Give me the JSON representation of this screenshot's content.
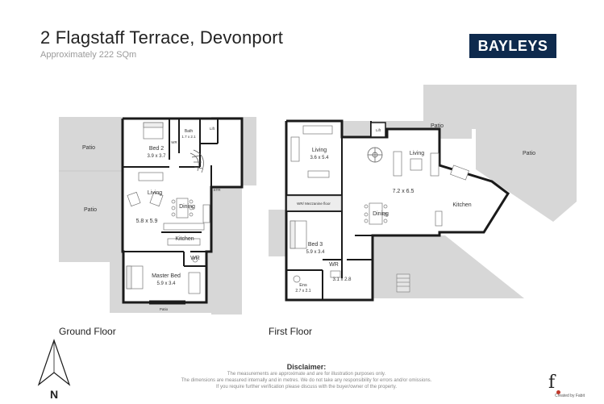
{
  "header": {
    "title": "2 Flagstaff Terrace, Devonport",
    "subtitle": "Approximately 222 SQm"
  },
  "brand": {
    "logo_text": "BAYLEYS",
    "color": "#0e2a4d"
  },
  "colors": {
    "patio": "#d7d7d7",
    "floor": "#ffffff",
    "wall": "#1a1a1a"
  },
  "floors": {
    "ground_label": "Ground Floor",
    "first_label": "First Floor"
  },
  "ground_rooms": {
    "patio_1": "Patio",
    "patio_2": "Patio",
    "patio_bottom": "Patio",
    "bed2": "Bed 2",
    "bed2_size": "3.9 x 3.7",
    "wr_small": "WR",
    "bath": "Bath",
    "bath_size": "1.7 x 2.1",
    "lift": "Lift",
    "living": "Living",
    "dining": "Dining",
    "living_size": "5.8 x 5.9",
    "str": "STR",
    "kitchen": "Kitchen",
    "wr": "WR",
    "master_bed": "Master Bed",
    "master_size": "5.9 x 3.4"
  },
  "first_rooms": {
    "living": "Living",
    "living_size": "3.6 x 5.4",
    "wr_mezz": "WR/ Mezzanine floor",
    "bed3": "Bed 3",
    "bed3_size": "5.9 x 3.4",
    "wr": "WR",
    "ens": "Ens",
    "ens_size": "2.7 x 2.1",
    "hall_size": "3.1 x 2.8",
    "lift": "Lift",
    "patio_top": "Patio",
    "patio_right": "Patio",
    "living2": "Living",
    "main_size": "7.2 x 6.5",
    "dining": "Dining",
    "kitchen": "Kitchen"
  },
  "compass": {
    "letter": "N"
  },
  "disclaimer": {
    "heading": "Disclaimer:",
    "line1": "The measurements are approximate and are for illustration purposes only.",
    "line2": "The dimensions are measured internally and in metres. We do not take any responsibility for errors and/or omissions.",
    "line3": "If you require further verification please discuss with the buyer/owner of the property."
  },
  "credit": {
    "mark": "f",
    "text": "Created by Fabit"
  }
}
